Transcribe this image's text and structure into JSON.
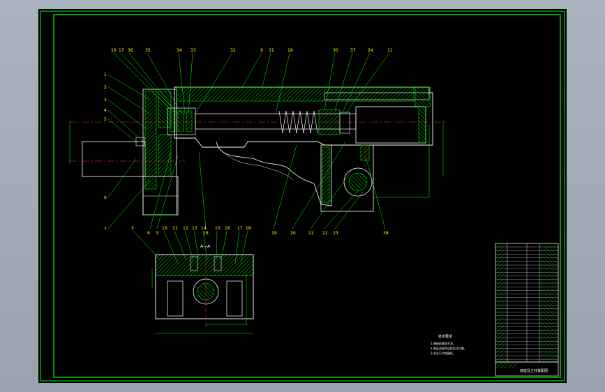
{
  "callouts_top": [
    "10",
    "17",
    "36",
    "35",
    "34",
    "33",
    "32",
    "9",
    "31",
    "18",
    "30",
    "37",
    "24",
    "11"
  ],
  "callouts_left": [
    "1",
    "2",
    "3",
    "4",
    "5",
    "6",
    "7"
  ],
  "callouts_bottom": [
    "8",
    "3",
    "16",
    "19",
    "20",
    "21",
    "22",
    "23",
    "38"
  ],
  "callouts_section": [
    "3",
    "16",
    "11",
    "12",
    "13",
    "14",
    "15",
    "16",
    "17",
    "18"
  ],
  "section_label": "A—A",
  "technical_requirements": {
    "title": "技术要求",
    "lines": [
      "1.装配前清洗干净。",
      "2.各运动部件运转灵活可靠。",
      "3.未注尺寸按图纸。"
    ]
  },
  "title_block": {
    "drawing_title": "底座及立柱装配图"
  },
  "colors": {
    "frame": "#00ff00",
    "linework": "#ffffff",
    "hatch": "#00ff00",
    "centerline": "#ff3030",
    "leaders": "#00ff00",
    "background": "#000000"
  }
}
